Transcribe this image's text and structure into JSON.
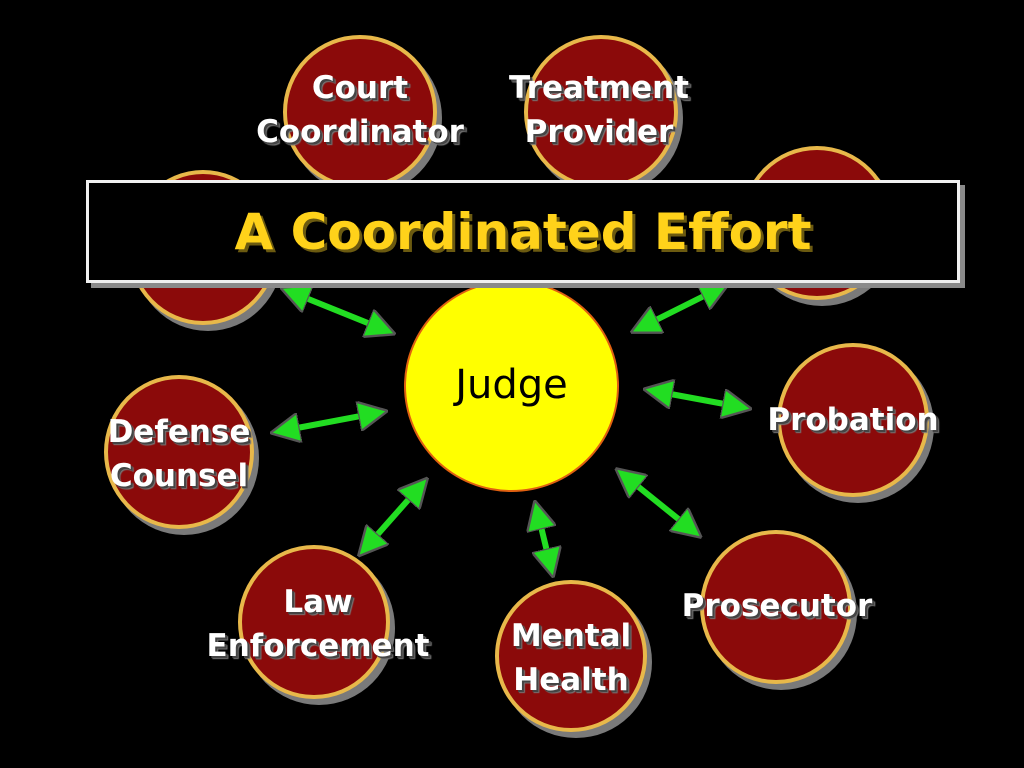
{
  "title": "A Coordinated Effort",
  "center": {
    "label": "Judge"
  },
  "nodes": {
    "court_coordinator": [
      "Court",
      "Coordinator"
    ],
    "treatment_provider": [
      "Treatment",
      "Provider"
    ],
    "defense_counsel": [
      "Defense",
      "Counsel"
    ],
    "probation": [
      "Probation"
    ],
    "law_enforcement": [
      "Law",
      "Enforcement"
    ],
    "mental_health": [
      "Mental",
      "Health"
    ],
    "prosecutor": [
      "Prosecutor"
    ]
  },
  "colors": {
    "background": "#000000",
    "node_fill": "#8b0a0a",
    "node_border": "#e8b84a",
    "center_fill": "#ffff00",
    "title_text": "#ffd21a",
    "arrow": "#22dd22"
  }
}
